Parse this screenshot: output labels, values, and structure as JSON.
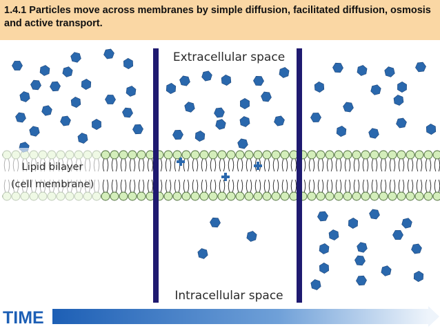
{
  "slide": {
    "title": "1.4.1 Particles move across membranes by simple diffusion, facilitated diffusion, osmosis and active transport."
  },
  "diagram": {
    "label_extracellular": "Extracellular space",
    "label_intracellular": "Intracellular space",
    "label_bilayer_line1": "Lipid bilayer",
    "label_bilayer_line2": "(cell membrane)",
    "timeline_label": "TIME"
  },
  "colors": {
    "title_background": "#fad7a4",
    "particle": "#2a68ad",
    "divider": "#1f1a70",
    "lipid_head": "#d4eebb",
    "timeline_blue": "#1d5fb5"
  },
  "icons": {
    "particle": "hexagon-particle-icon",
    "lipid": "phospholipid-icon"
  }
}
